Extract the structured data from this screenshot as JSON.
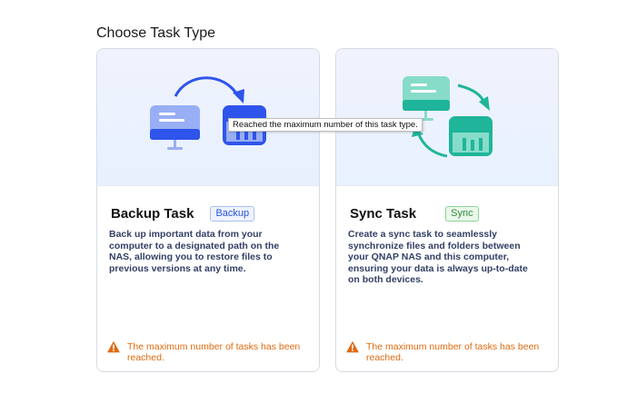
{
  "page": {
    "title": "Choose Task Type"
  },
  "cards": [
    {
      "title": "Backup Task",
      "badge": "Backup",
      "description": "Back up important data from your computer to a designated path on the NAS, allowing you to restore files to previous versions at any time.",
      "warning": "The maximum number of tasks has been reached.",
      "icons": [
        "computer-icon",
        "nas-icon",
        "arrow-icon"
      ]
    },
    {
      "title": "Sync Task",
      "badge": "Sync",
      "description": "Create a sync task to seamlessly synchronize files and folders between your QNAP NAS and this computer, ensuring your data is always up-to-date on both devices.",
      "warning": "The maximum number of tasks has been reached.",
      "icons": [
        "computer-icon",
        "nas-icon",
        "sync-arrows-icon"
      ]
    }
  ],
  "tooltip": {
    "text": "Reached the maximum number of this task type."
  },
  "colors": {
    "backup_accent": "#2f54eb",
    "backup_light": "#98aef5",
    "sync_accent": "#1fb59a",
    "sync_light": "#86dcc9",
    "warning": "#e06a10"
  }
}
